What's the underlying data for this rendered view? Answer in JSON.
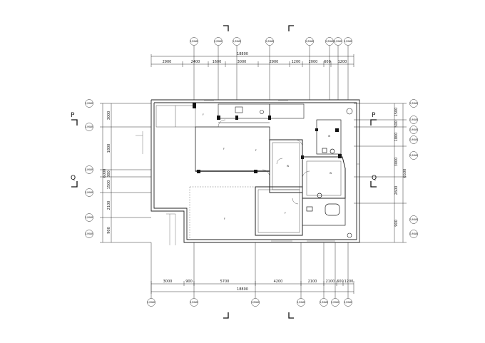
{
  "drawing": {
    "overall_width_top": "18800",
    "overall_width_bottom": "18800",
    "top_dimensions": [
      "2900",
      "2400",
      "1600",
      "3000",
      "2900",
      "1200",
      "2000",
      "600",
      "1200"
    ],
    "bottom_dimensions": [
      "3000",
      "900",
      "5700",
      "4200",
      "2100",
      "2100",
      "600",
      "1200"
    ],
    "right_dimensions": [
      "1500",
      "500",
      "1800",
      "3000",
      "2600",
      "900"
    ],
    "left_dimensions": [
      "3000",
      "1800",
      "300",
      "1500",
      "2100",
      "900"
    ],
    "left_total": "6000",
    "right_total": "6500",
    "section_marks": [
      {
        "id": "left-p",
        "label": "P"
      },
      {
        "id": "left-q",
        "label": "Q"
      },
      {
        "id": "right-p",
        "label": "P"
      },
      {
        "id": "right-q",
        "label": "Q"
      }
    ],
    "grid_bubble_text": "1/MAB",
    "room_labels": [
      "F",
      "F",
      "F",
      "F",
      "F",
      "W",
      "W",
      "W"
    ],
    "colors": {
      "line": "#222222",
      "background": "#ffffff",
      "light_line": "#888888"
    }
  }
}
